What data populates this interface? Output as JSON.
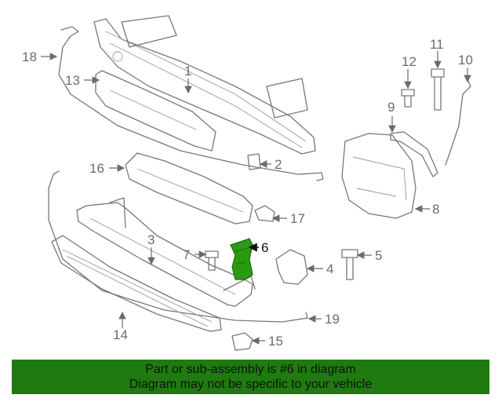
{
  "callouts": [
    "1",
    "2",
    "3",
    "4",
    "5",
    "6",
    "7",
    "8",
    "9",
    "10",
    "11",
    "12",
    "13",
    "14",
    "15",
    "16",
    "17",
    "18",
    "19"
  ],
  "highlight": "6",
  "colors": {
    "banner": "#1f7a10",
    "highlight_part": "#2a9a12",
    "line": "#777777"
  },
  "banner": {
    "line1": "Part or sub-assembly is #6 in diagram",
    "line2": "Diagram may not be specific to your vehicle"
  }
}
